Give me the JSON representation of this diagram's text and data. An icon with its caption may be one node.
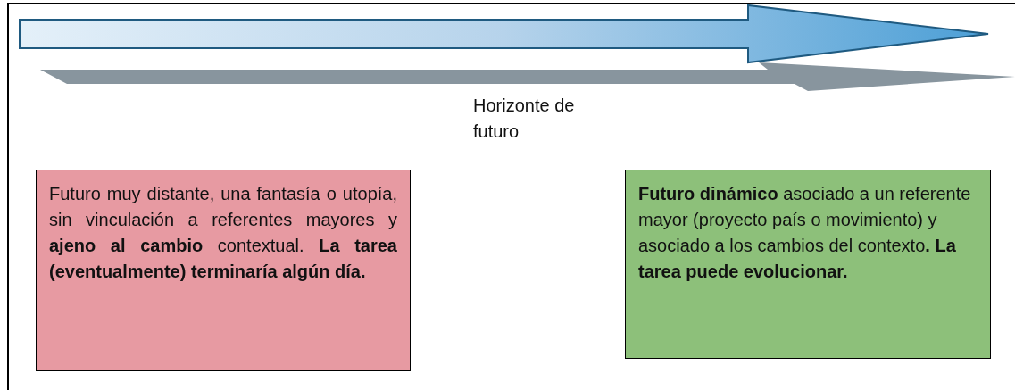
{
  "diagram": {
    "nodes": [
      {
        "text": [
          "Futuro muy distante, una fantasía o utopía, sin vinculación a referentes mayores y **ajeno al cambio** contextual. **La tarea (eventualmente) terminaría algún día.**"
        ]
      },
      {
        "text": [
          "**Futuro dinámico** asociado a un referente mayor (proyecto país o movimiento) y asociado a los cambios del contexto**. La tarea puede evolucionar.**"
        ]
      }
    ],
    "labels": [
      "Horizonte de futuro"
    ]
  }
}
